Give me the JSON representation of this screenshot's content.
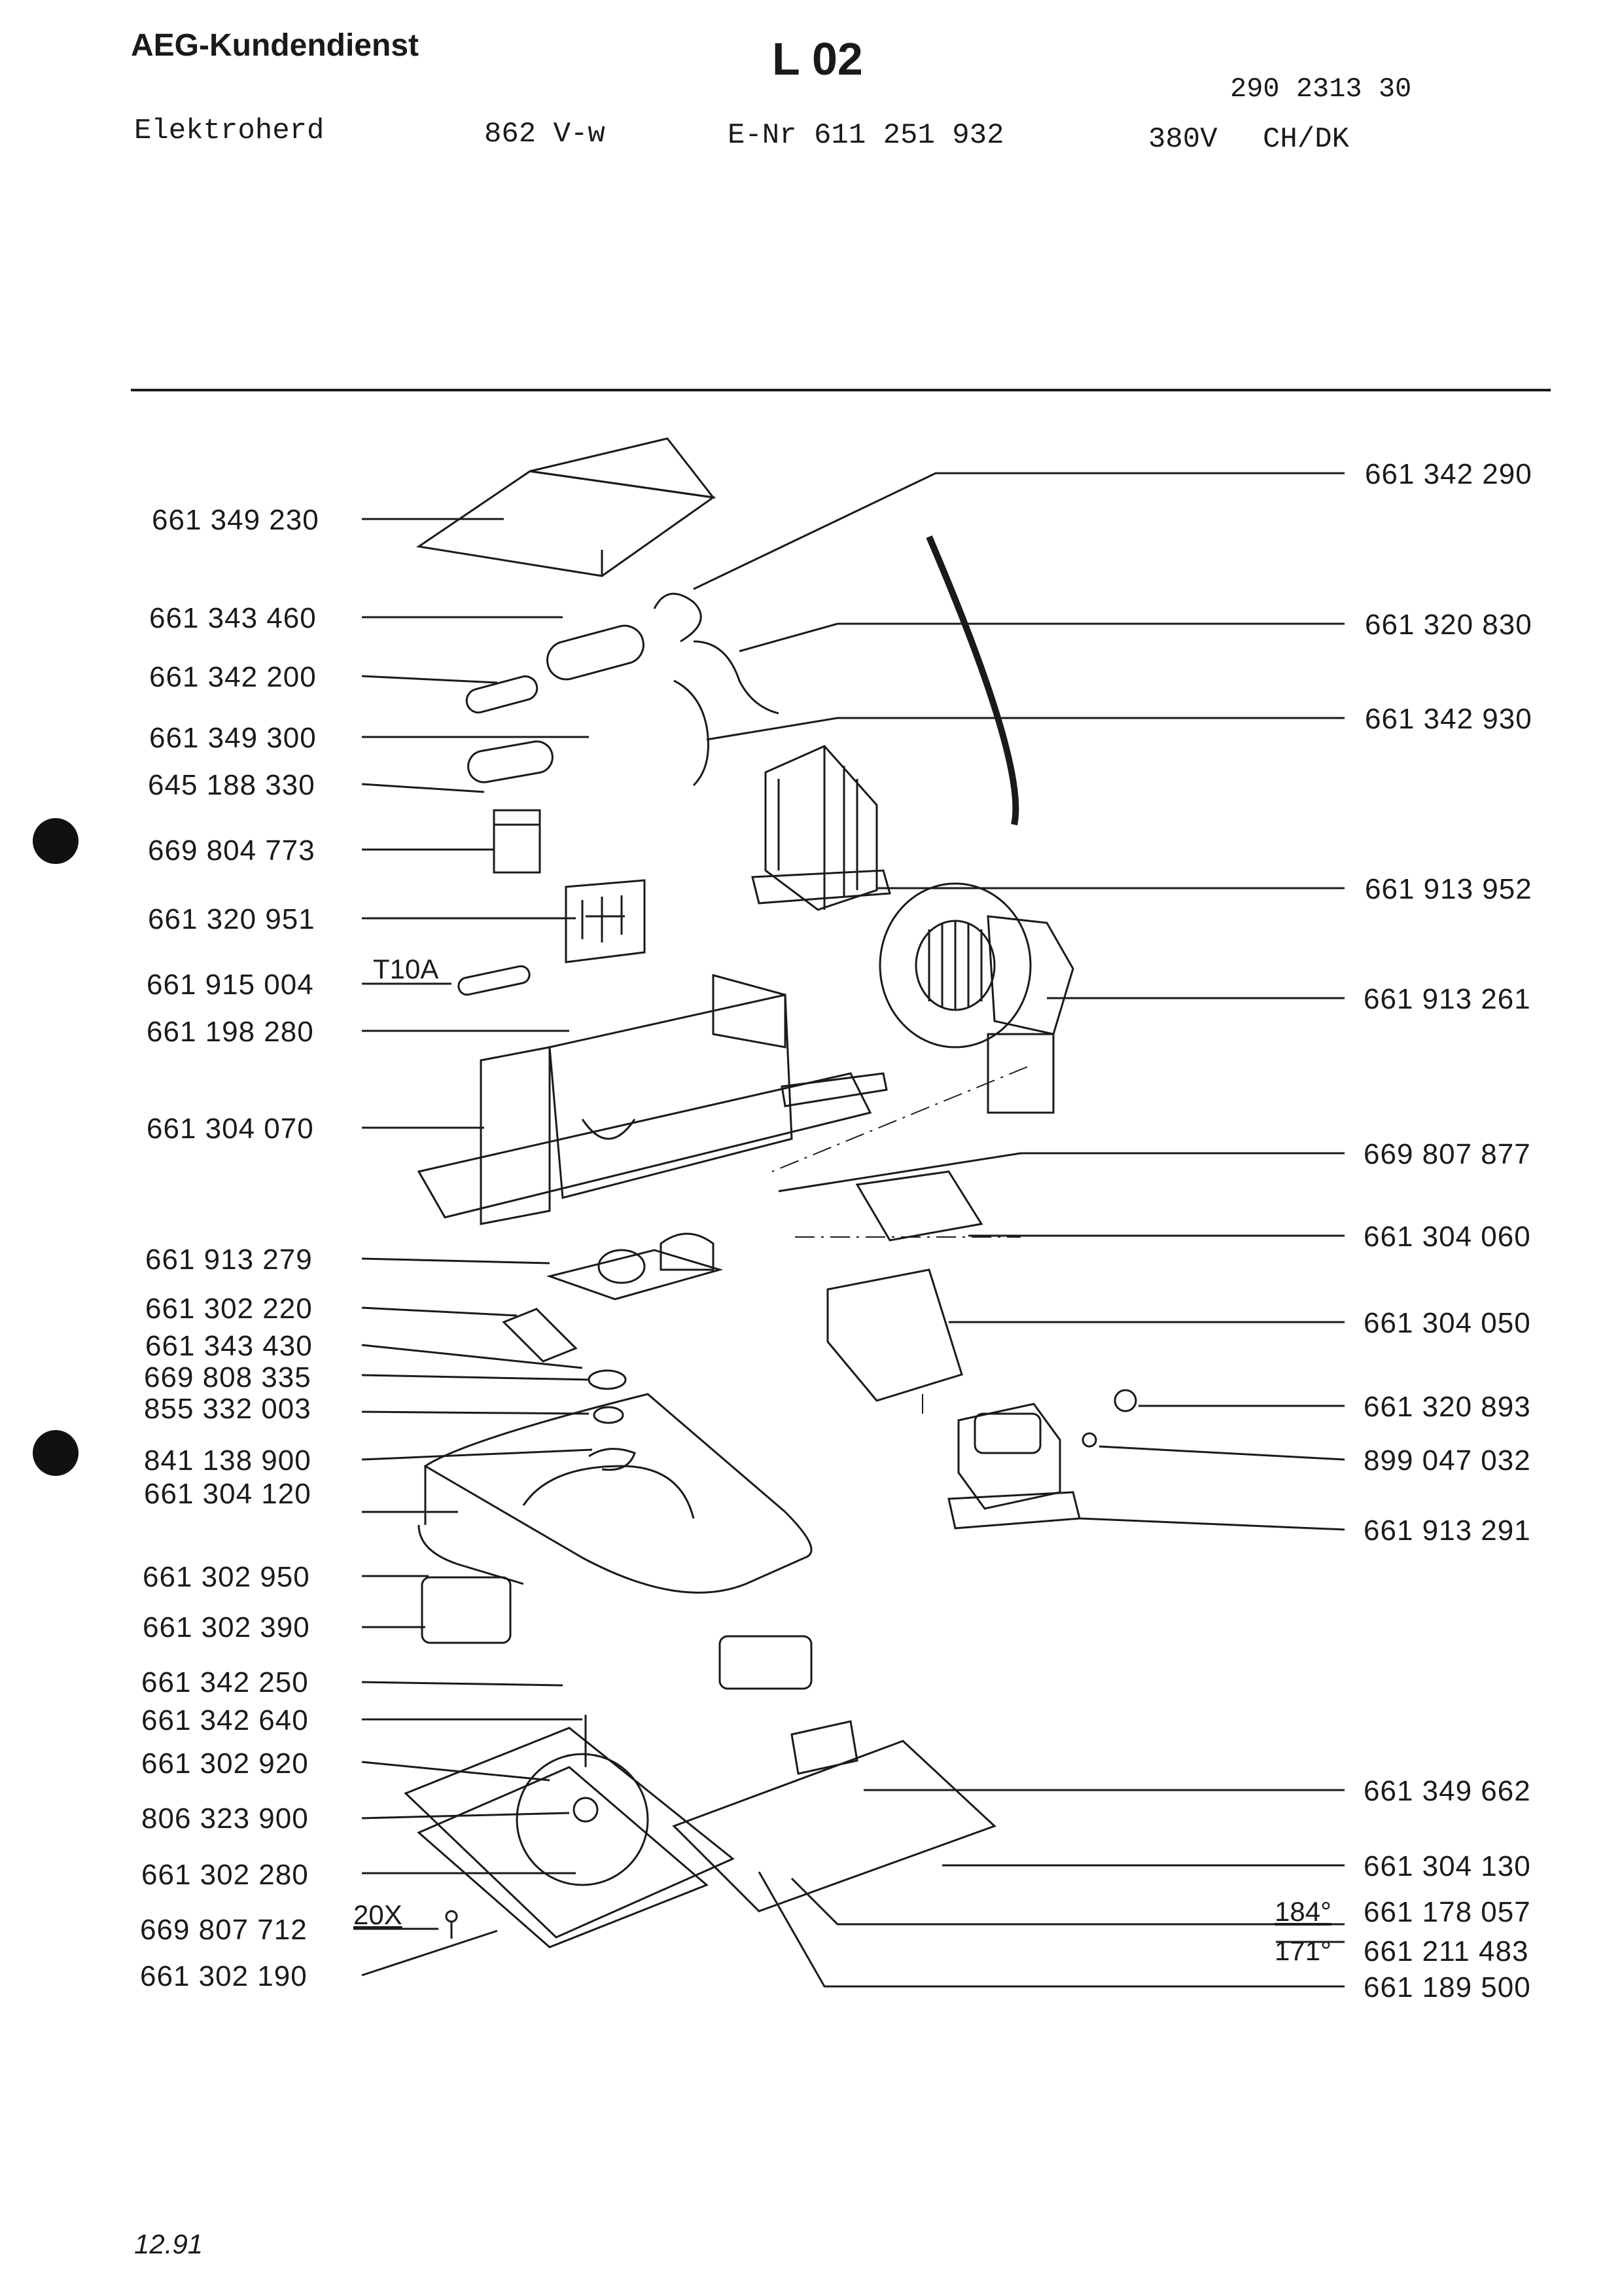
{
  "header": {
    "brand": "AEG-Kundendienst",
    "sheet_code": "L 02",
    "doc_number": "290 2313 30",
    "product": "Elektroherd",
    "model": "862 V-w",
    "enr": "E-Nr 611 251 932",
    "voltage": "380V",
    "country": "CH/DK"
  },
  "parts_left": [
    "661 349 230",
    "661 343 460",
    "661 342 200",
    "661 349 300",
    "645 188 330",
    "669 804 773",
    "661 320 951",
    "661 915 004",
    "661 198 280",
    "661 304 070",
    "661 913 279",
    "661 302 220",
    "661 343 430",
    "669 808 335",
    "855 332 003",
    "841 138 900",
    "661 304 120",
    "661 302 950",
    "661 302 390",
    "661 342 250",
    "661 342 640",
    "661 302 920",
    "806 323 900",
    "661 302 280",
    "669 807 712",
    "661 302 190"
  ],
  "parts_right": [
    "661 342 290",
    "661 320 830",
    "661 342 930",
    "661 913 952",
    "661 913 261",
    "669 807 877",
    "661 304 060",
    "661 304 050",
    "661 320 893",
    "899 047 032",
    "661 913 291",
    "661 349 662",
    "661 304 130",
    "661 178 057",
    "661 211 483",
    "661 189 500"
  ],
  "annotations": {
    "fuse": "T10A",
    "screw_count": "20X",
    "temp_high": "184°",
    "temp_low": "171°"
  },
  "footer": {
    "date": "12.91"
  }
}
